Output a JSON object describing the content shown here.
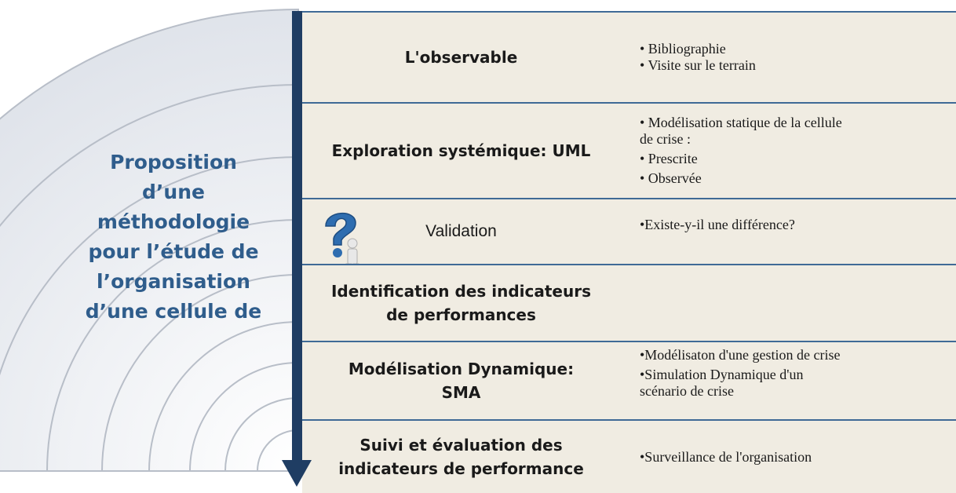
{
  "center": {
    "lines": [
      "Proposition",
      "d’une",
      "méthodologie",
      "pour l’étude de",
      "l’organisation",
      "d’une cellule de"
    ]
  },
  "rows": [
    {
      "title_lines": [
        "L'observable"
      ],
      "details": [
        "• Bibliographie",
        "• Visite sur le terrain"
      ]
    },
    {
      "title_lines": [
        "Exploration systémique: UML"
      ],
      "details": [
        "• Modélisation statique de la cellule",
        "  de crise :",
        "  • Prescrite",
        "  • Observée"
      ]
    },
    {
      "title_lines": [
        "Validation"
      ],
      "details": [
        "•Existe-y-il une différence?"
      ],
      "icon": "question-mark-thinker-icon"
    },
    {
      "title_lines": [
        "Identification des indicateurs",
        "de performances"
      ],
      "details": []
    },
    {
      "title_lines": [
        "Modélisation Dynamique:",
        "SMA"
      ],
      "details": [
        "•Modélisaton d'une gestion de crise",
        "•Simulation Dynamique d'un",
        "  scénario de crise"
      ]
    },
    {
      "title_lines": [
        "Suivi et évaluation des",
        "indicateurs de performance"
      ],
      "details": [
        "•Surveillance de l'organisation"
      ]
    }
  ],
  "colors": {
    "arrow": "#1f3d63",
    "row_fill": "#f0ece2",
    "row_border": "#3f6a96",
    "center_text": "#2f5d8c",
    "icon": "#2e6db0"
  }
}
